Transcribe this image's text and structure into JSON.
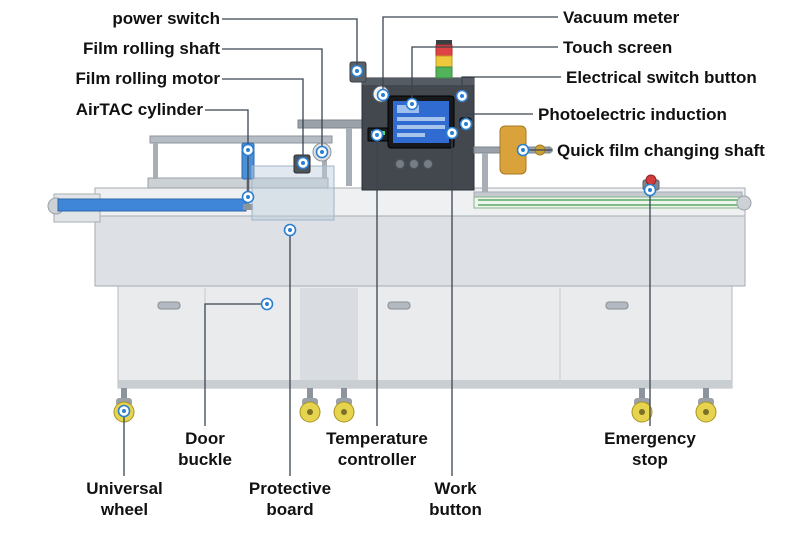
{
  "labels": {
    "power_switch": "power switch",
    "film_rolling_shaft": "Film rolling shaft",
    "film_rolling_motor": "Film rolling motor",
    "airtac_cylinder": "AirTAC cylinder",
    "vacuum_meter": "Vacuum meter",
    "touch_screen": "Touch screen",
    "electrical_switch_button": "Electrical switch button",
    "photoelectric_induction": "Photoelectric induction",
    "quick_film_changing_shaft": "Quick film changing shaft",
    "door_buckle": "Door\nbuckle",
    "universal_wheel": "Universal\nwheel",
    "protective_board": "Protective\nboard",
    "temperature_controller": "Temperature\ncontroller",
    "work_button": "Work\nbutton",
    "emergency_stop": "Emergency\nstop"
  },
  "colors": {
    "label_text": "#111111",
    "leader_line": "#3a4450",
    "marker_blue": "#2b7fd0",
    "belt_blue": "#3f86d8",
    "film_roll_gold": "#d9a23a",
    "screen_blue": "#2f6bd0",
    "tower_light_red": "#e04343",
    "tower_light_yellow": "#f0c83c",
    "tower_light_green": "#52b45a"
  }
}
